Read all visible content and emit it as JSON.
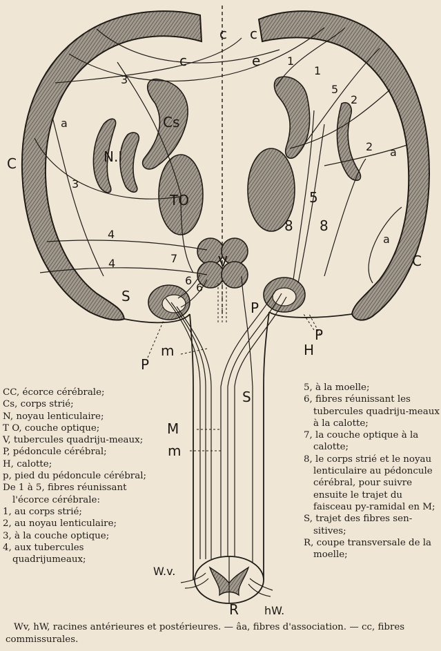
{
  "figure_labels": {
    "c1": "c",
    "c2": "c",
    "c3": "c",
    "c4": "e",
    "n1a": "1",
    "n1b": "1",
    "n2a": "2",
    "n2b": "2",
    "n3a": "3",
    "n3b": "3",
    "n4a": "4",
    "n4b": "4",
    "n5a": "5",
    "n5b": "5",
    "n6a": "6",
    "n6b": "6",
    "n7": "7",
    "n8a": "8",
    "n8b": "8",
    "a_left": "a",
    "a_right1": "a",
    "a_right2": "a",
    "C_left": "C",
    "C_right": "C",
    "Cs": "Cs",
    "NI": "N.I",
    "TO": "TO",
    "V": "V",
    "S_left": "S",
    "S_stem": "S",
    "P_right_inner": "P",
    "P_right": "P",
    "P_left": "P",
    "H": "H",
    "m_upper": "m",
    "M": "M",
    "m_lower": "m",
    "Wv": "W.v.",
    "R": "R",
    "hW": "hW."
  },
  "legend_left": [
    "CC, écorce cérébrale;",
    "Cs, corps strié;",
    "N, noyau lenticulaire;",
    "T O, couche optique;",
    "V, tubercules quadriju-meaux;",
    "P, pédoncule cérébral;",
    "H, calotte;",
    "p, pied du pédoncule cérébral;",
    "De 1 à 5, fibres réunissant l'écorce cérébrale:",
    "1, au corps strié;",
    "2, au noyau lenticulaire;",
    "3, à la couche optique;",
    "4, aux tubercules quadrijumeaux;"
  ],
  "legend_right": [
    "5, à la moelle;",
    "6, fibres réunissant les tubercules quadriju-meaux à la calotte;",
    "7, la couche optique à la calotte;",
    "8, le corps strié et le noyau lenticulaire au pédoncule cérébral, pour suivre ensuite le trajet du faisceau py-ramidal en M;",
    "S, trajet des fibres sen-sitives;",
    "R, coupe transversale de la moelle;"
  ],
  "caption": "Wv, hW, racines antérieures et postérieures. — âa, fibres d'association. — cc, fibres commissurales.",
  "colors": {
    "paper": "#efe6d6",
    "ink": "#1f1b16",
    "hatch_fill": "#9a9288"
  }
}
